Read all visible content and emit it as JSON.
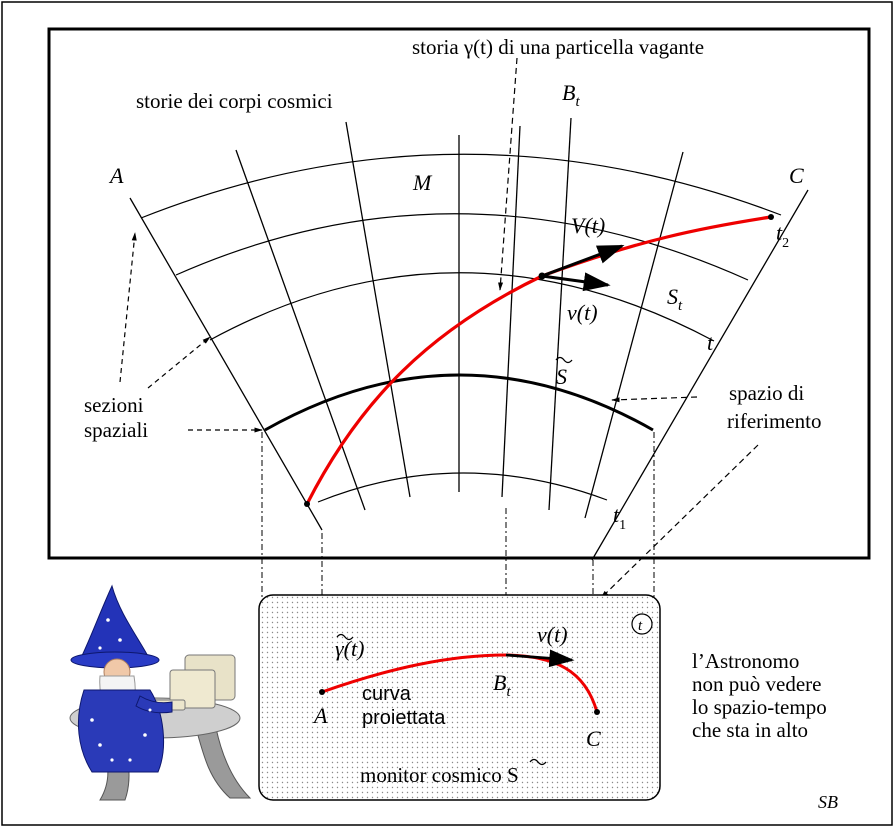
{
  "title": "storia γ(t) di una particella vagante",
  "labels": {
    "cosmic_histories": "storie dei corpi cosmici",
    "A": "A",
    "C": "C",
    "M": "M",
    "B": "B",
    "B_sub": "t",
    "V": "V(t)",
    "v": "v(t)",
    "S": "S",
    "S_sub": "t",
    "t": "t",
    "S_tilde": "S",
    "t2": "t",
    "t2_sub": "2",
    "t1": "t",
    "t1_sub": "1",
    "spatial_sections_1": "sezioni",
    "spatial_sections_2": "spaziali",
    "reference_space_1": "spazio di",
    "reference_space_2": "riferimento"
  },
  "monitor": {
    "gamma_tilde": "γ(t)",
    "v": "v(t)",
    "B": "B",
    "B_sub": "t",
    "A": "A",
    "C": "C",
    "curve_1": "curva",
    "curve_2": "proiettata",
    "caption": "monitor cosmico S",
    "clock": "t"
  },
  "side_note": [
    "l’Astronomo",
    "non può vedere",
    "lo spazio-tempo",
    "che sta in alto"
  ],
  "signature": "SB",
  "colors": {
    "curve": "#ee0000",
    "frame": "#000000",
    "monitor_bg": "#f2f2f2",
    "dots": "#7a7a7a"
  },
  "icons": [
    "wizard-at-computer-icon",
    "clock-icon"
  ]
}
